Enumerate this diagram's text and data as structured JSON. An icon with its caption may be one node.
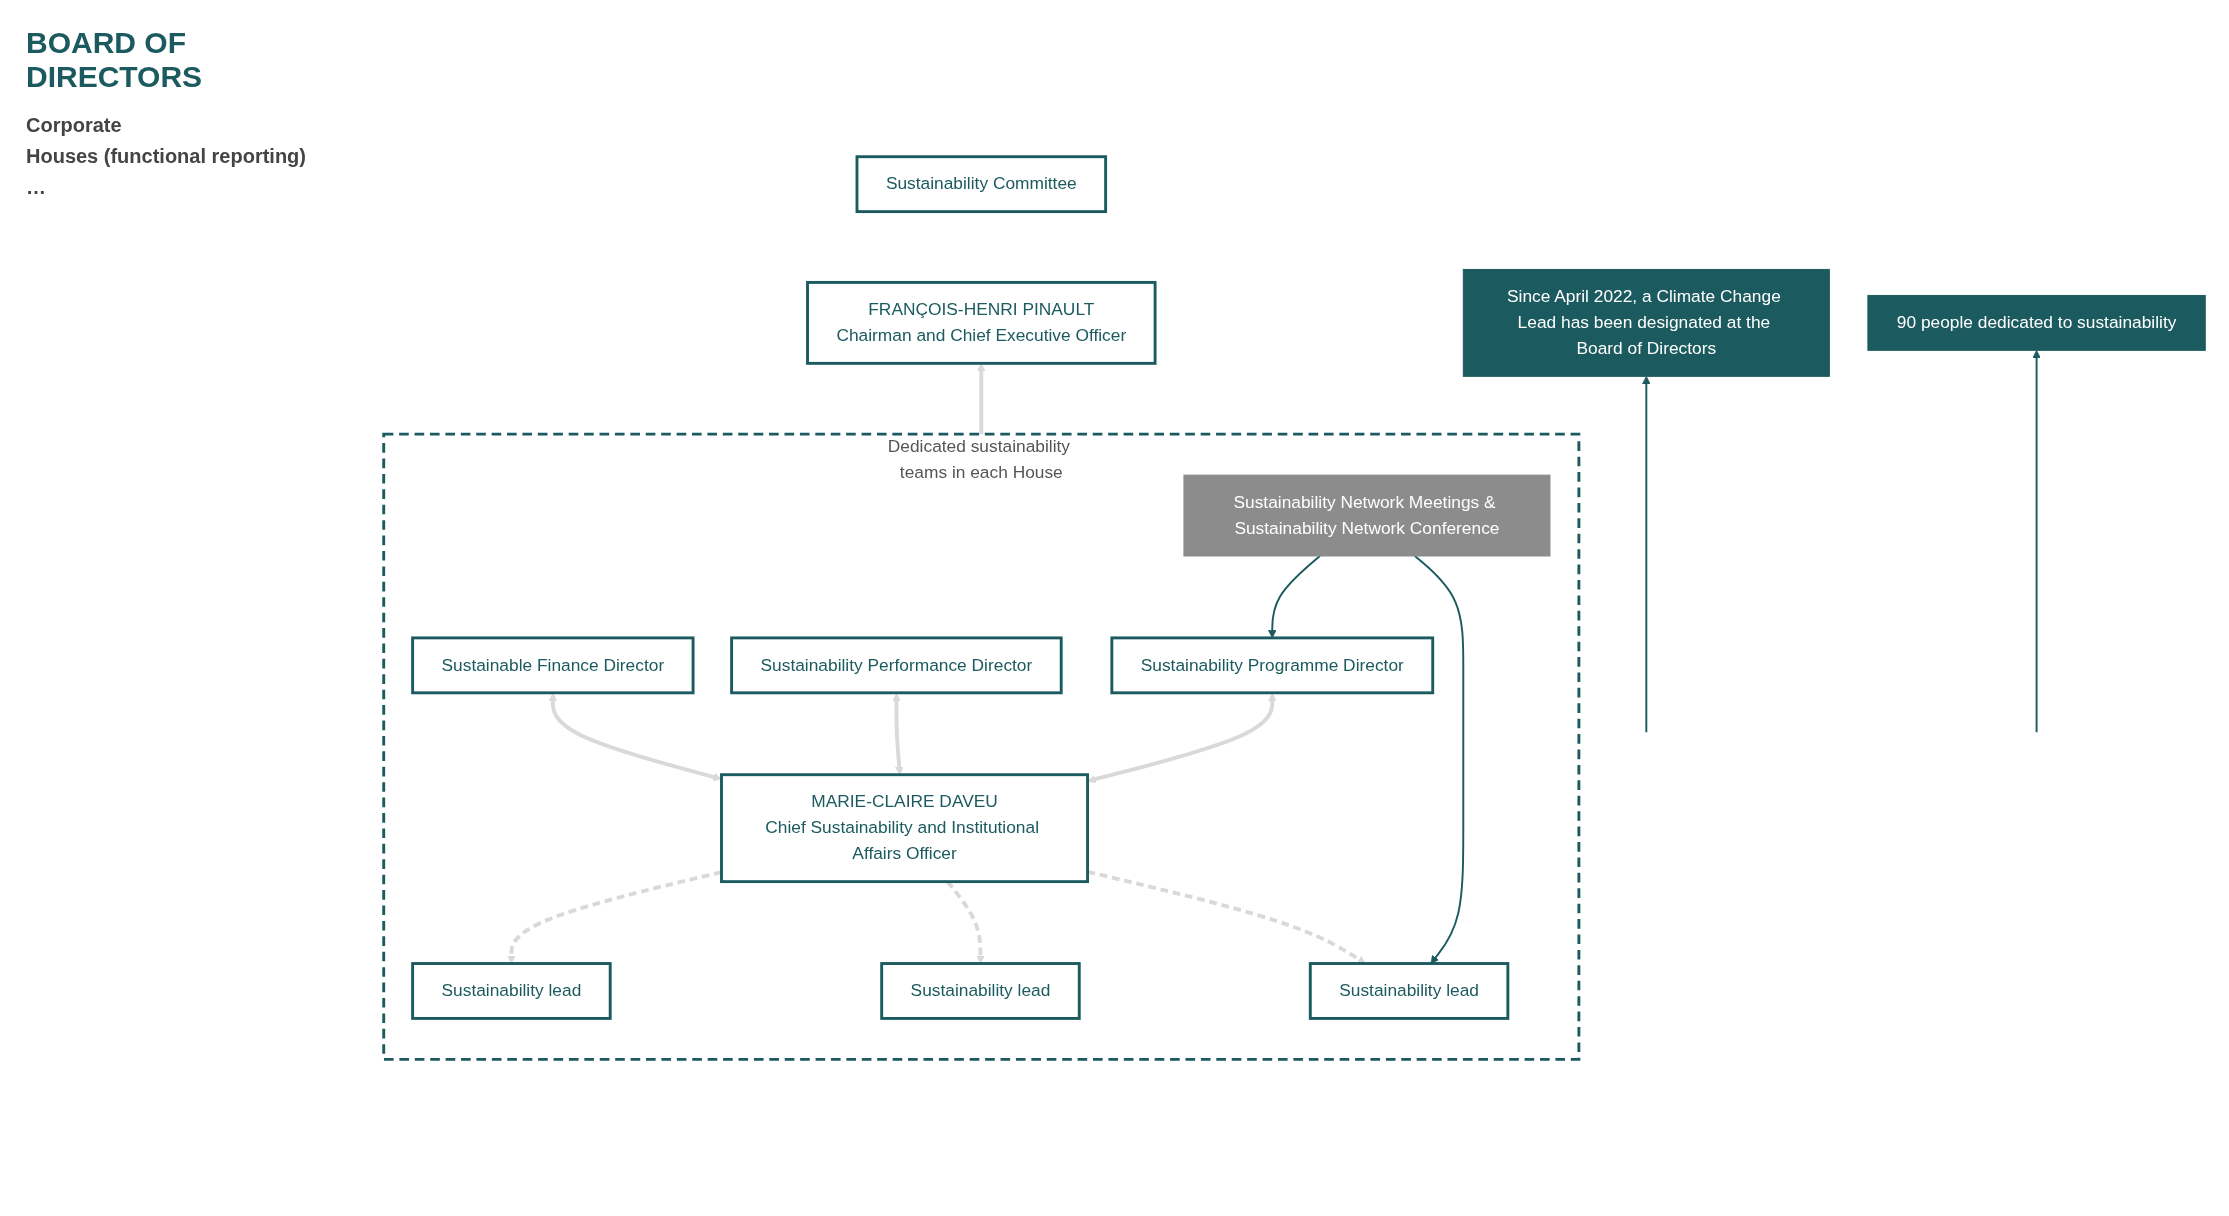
{
  "diagram": {
    "title": "BOARD OF DIRECTORS",
    "nodes": [
      {
        "text": [
          "Sustainability Committee"
        ]
      },
      {
        "text": [
          "FRANÇOIS-HENRI PINAULT",
          "Chairman and Chief Executive Officer"
        ]
      },
      {
        "text": [
          "Dedicated sustainability teams in each House"
        ]
      },
      {
        "text": [
          "MARIE-CLAIRE DAVEU",
          "Chief Sustainability and Institutional Affairs Officer"
        ],
        "in": 2
      },
      {
        "text": [
          "Sustainable Finance Director"
        ],
        "in": 2
      },
      {
        "text": [
          "Sustainability Performance Director"
        ],
        "in": 2
      },
      {
        "text": [
          "Sustainability Programme Director"
        ],
        "in": 2
      },
      {
        "text": [
          "Sustainability lead"
        ],
        "in": 2
      },
      {
        "text": [
          "Sustainability lead"
        ],
        "in": 2
      },
      {
        "text": [
          "Sustainability lead"
        ],
        "in": 2
      },
      {
        "text": [
          "Sustainability Network Meetings & Sustainability Network Conference"
        ],
        "in": 2
      },
      {
        "text": [
          "Since April 2022, a Climate Change Lead has been designated at the Board of Directors"
        ]
      },
      {
        "text": [
          "90 people dedicated to sustainability"
        ]
      }
    ],
    "edges": [
      {
        "from": 2,
        "to": 1,
        "arrow": "to"
      },
      {
        "from": 4,
        "to": 3,
        "arrow": "both"
      },
      {
        "from": 5,
        "to": 3,
        "arrow": "both"
      },
      {
        "from": 6,
        "to": 3,
        "arrow": "both"
      },
      {
        "from": 3,
        "to": 7,
        "arrow": "to",
        "style": "dashed"
      },
      {
        "from": 3,
        "to": 8,
        "arrow": "to",
        "style": "dashed"
      },
      {
        "from": 3,
        "to": 9,
        "arrow": "to",
        "style": "dashed"
      },
      {
        "from": 10,
        "to": 6,
        "arrow": "to",
        "color": "#1b5a5e"
      },
      {
        "from": 10,
        "to": 9,
        "arrow": "to",
        "color": "#1b5a5e"
      },
      {
        "from": null,
        "to": 11,
        "arrow": "to",
        "color": "#1b5a5e"
      },
      {
        "from": null,
        "to": 12,
        "arrow": "to",
        "color": "#1b5a5e"
      }
    ],
    "labels": [
      "Corporate",
      "Houses (functional reporting)",
      "…"
    ]
  }
}
